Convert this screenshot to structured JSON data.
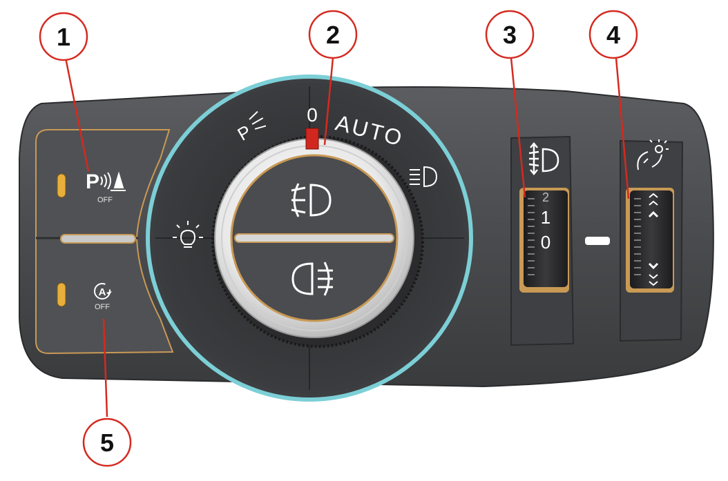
{
  "callouts": [
    {
      "number": "1"
    },
    {
      "number": "2"
    },
    {
      "number": "3"
    },
    {
      "number": "4"
    },
    {
      "number": "5"
    }
  ],
  "rotary": {
    "position_parking": "P",
    "position_off": "0",
    "position_auto": "AUTO"
  },
  "buttons": {
    "park_assist": {
      "letter": "P",
      "sub": "OFF"
    },
    "auto_stop": {
      "letter": "A",
      "sub": "OFF"
    }
  },
  "level_wheel": {
    "marks": [
      "2",
      "1",
      "0"
    ]
  },
  "colors": {
    "panel": "#4a4b4d",
    "panel_dark": "#2f3032",
    "ring": "#7ccfd6",
    "accent_gold": "#d0a35a",
    "indicator_amber": "#e8b03a",
    "indicator_red": "#d0281e",
    "callout": "#d42a20"
  },
  "icons": [
    "front-fog-lamp-icon",
    "rear-fog-lamp-icon",
    "low-beam-icon",
    "parking-lamp-icon",
    "sidelamp-icon",
    "headlamp-range-icon",
    "instrument-dimmer-icon",
    "park-sensor-icon",
    "auto-stop-icon"
  ]
}
